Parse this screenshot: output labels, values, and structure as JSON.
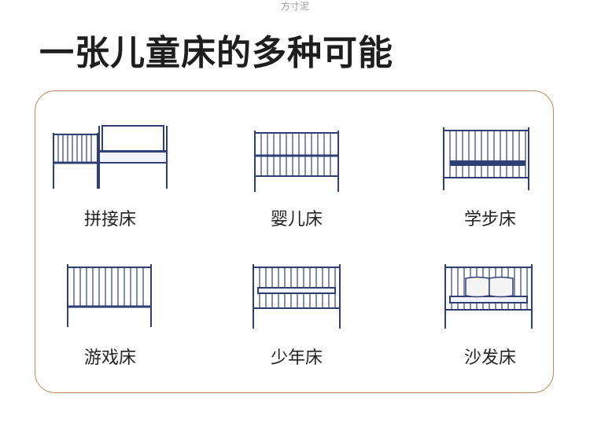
{
  "brand": "方寸泥",
  "title": "一张儿童床的多种可能",
  "colors": {
    "frame_border": "#b88a62",
    "bed_line": "#2f3f75",
    "bed_fill": "#f0f3fb"
  },
  "beds": [
    {
      "label": "拼接床",
      "icon": "bedside-crib-icon"
    },
    {
      "label": "婴儿床",
      "icon": "crib-icon"
    },
    {
      "label": "学步床",
      "icon": "toddler-bed-icon"
    },
    {
      "label": "游戏床",
      "icon": "playpen-icon"
    },
    {
      "label": "少年床",
      "icon": "youth-bed-icon"
    },
    {
      "label": "沙发床",
      "icon": "sofa-bed-icon"
    }
  ]
}
